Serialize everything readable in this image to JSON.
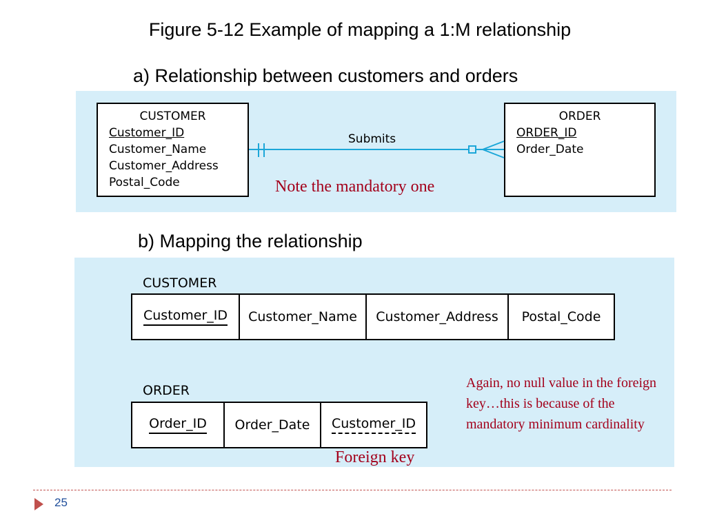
{
  "title": "Figure 5-12 Example of mapping a 1:M relationship",
  "part_a": {
    "subtitle": "a) Relationship between customers and orders",
    "customer_entity": {
      "name": "CUSTOMER",
      "attributes": [
        "Customer_ID",
        "Customer_Name",
        "Customer_Address",
        "Postal_Code"
      ]
    },
    "order_entity": {
      "name": "ORDER",
      "attributes": [
        "ORDER_ID",
        "Order_Date"
      ]
    },
    "relationship_label": "Submits",
    "note": "Note the mandatory one"
  },
  "part_b": {
    "subtitle": "b) Mapping the relationship",
    "customer_table": {
      "name": "CUSTOMER",
      "columns": [
        "Customer_ID",
        "Customer_Name",
        "Customer_Address",
        "Postal_Code"
      ]
    },
    "order_table": {
      "name": "ORDER",
      "columns": [
        "Order_ID",
        "Order_Date",
        "Customer_ID"
      ]
    },
    "note": "Again, no null value in the foreign key…this is because of the mandatory minimum cardinality",
    "foreign_key_label": "Foreign key"
  },
  "footer": {
    "page_number": "25"
  },
  "colors": {
    "panel": "#d6eef9",
    "line": "#1ba6d8",
    "note": "#a3001b",
    "accent": "#c0504d"
  }
}
